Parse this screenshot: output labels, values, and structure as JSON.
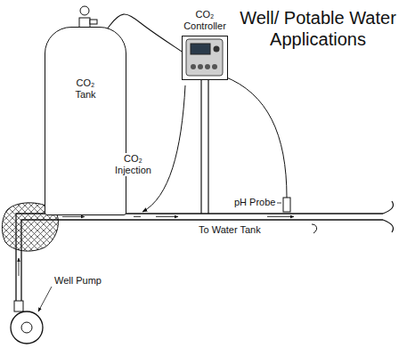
{
  "diagram": {
    "title": "Well/ Potable Water Applications",
    "nodes": [
      {
        "text": [
          "CO₂ Tank"
        ]
      },
      {
        "text": [
          "CO₂ Controller"
        ]
      }
    ],
    "edges": [
      {
        "from": 0,
        "to": 1,
        "arrow": "none"
      }
    ],
    "labels": [
      "CO₂ Injection",
      "pH Probe",
      "To Water Tank",
      "Well Pump"
    ]
  }
}
